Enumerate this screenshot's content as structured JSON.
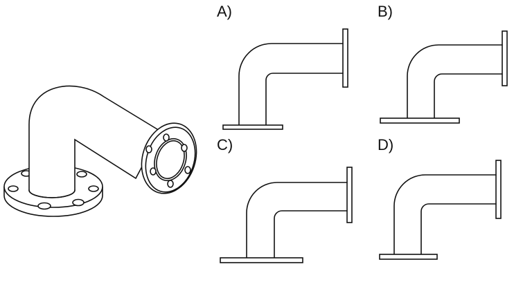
{
  "options": [
    {
      "key": "a",
      "label": "A)"
    },
    {
      "key": "b",
      "label": "B)"
    },
    {
      "key": "c",
      "label": "C)"
    },
    {
      "key": "d",
      "label": "D)"
    }
  ],
  "colors": {
    "stroke": "#111111",
    "background": "#ffffff"
  },
  "figure": {
    "subject": "flanged-elbow-pipe-isometric"
  }
}
